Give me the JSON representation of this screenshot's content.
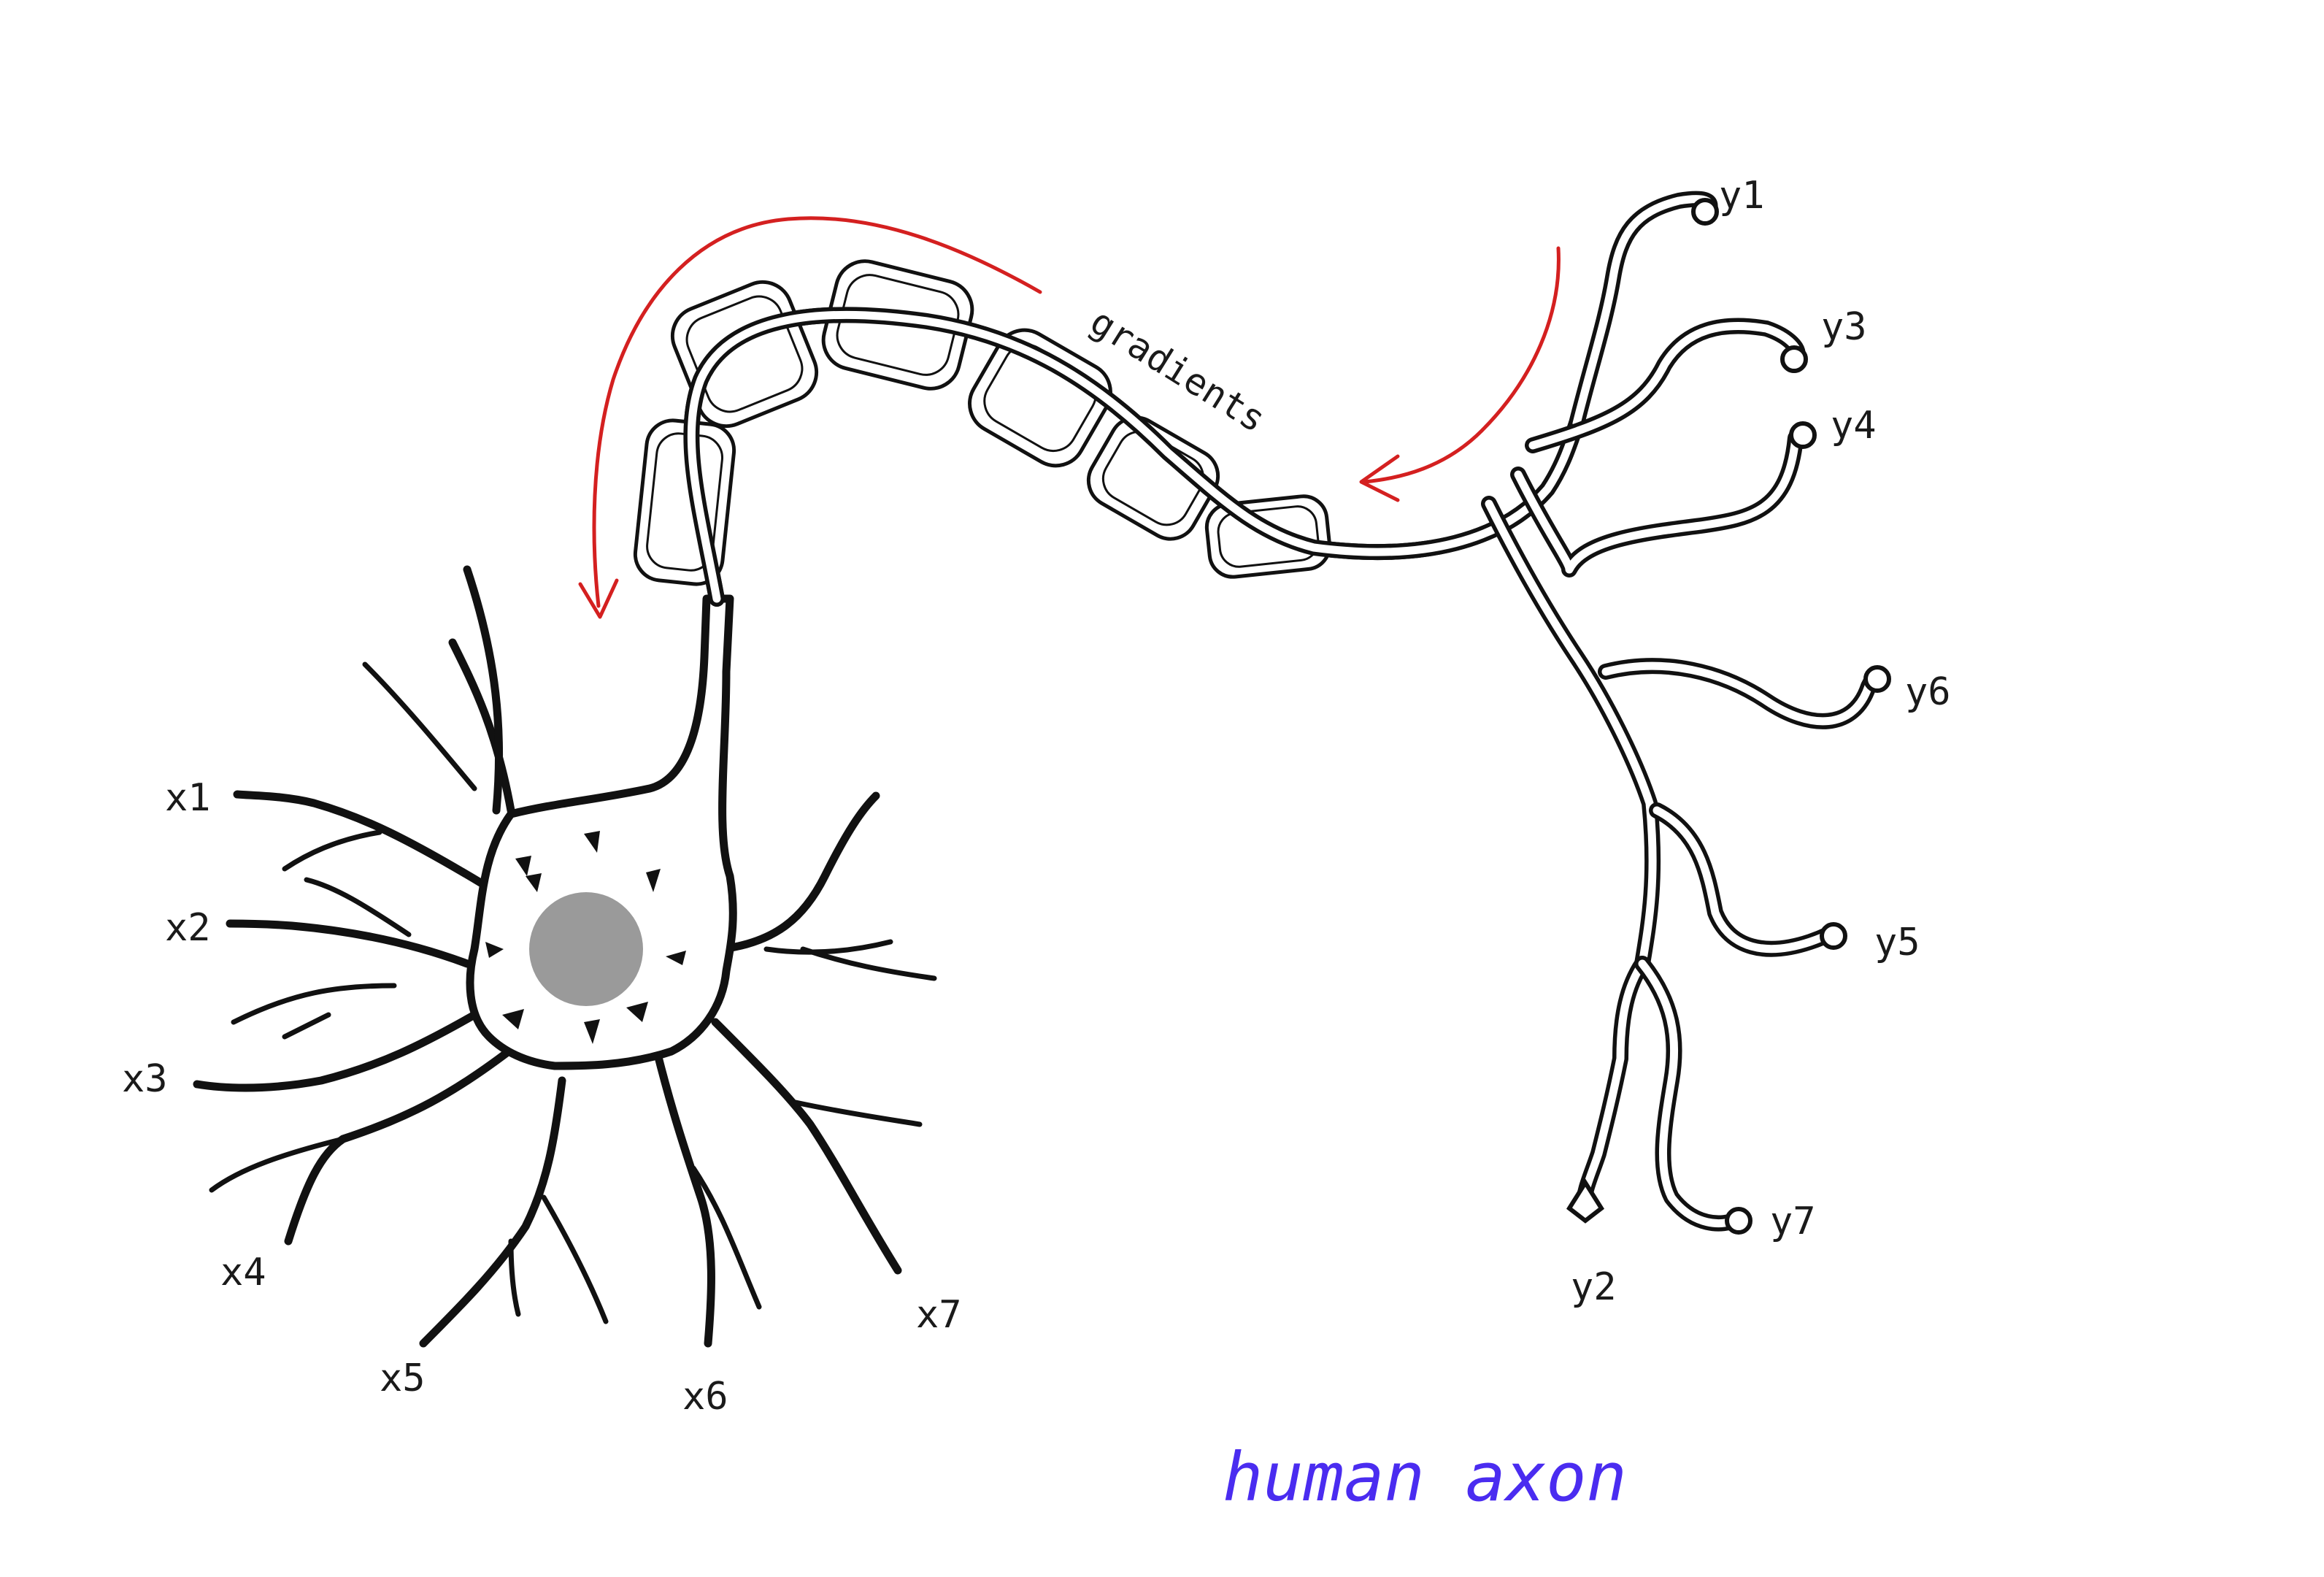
{
  "inputs": [
    "x1",
    "x2",
    "x3",
    "x4",
    "x5",
    "x6",
    "x7"
  ],
  "outputs": [
    "y1",
    "y3",
    "y4",
    "y6",
    "y5",
    "y7",
    "y2"
  ],
  "arrow_label": "gradients",
  "caption": "human axon",
  "colors": {
    "caption": "#4a2cf0",
    "arrow": "#d42020",
    "nucleus": "#9a9a9a",
    "ink": "#111111"
  }
}
